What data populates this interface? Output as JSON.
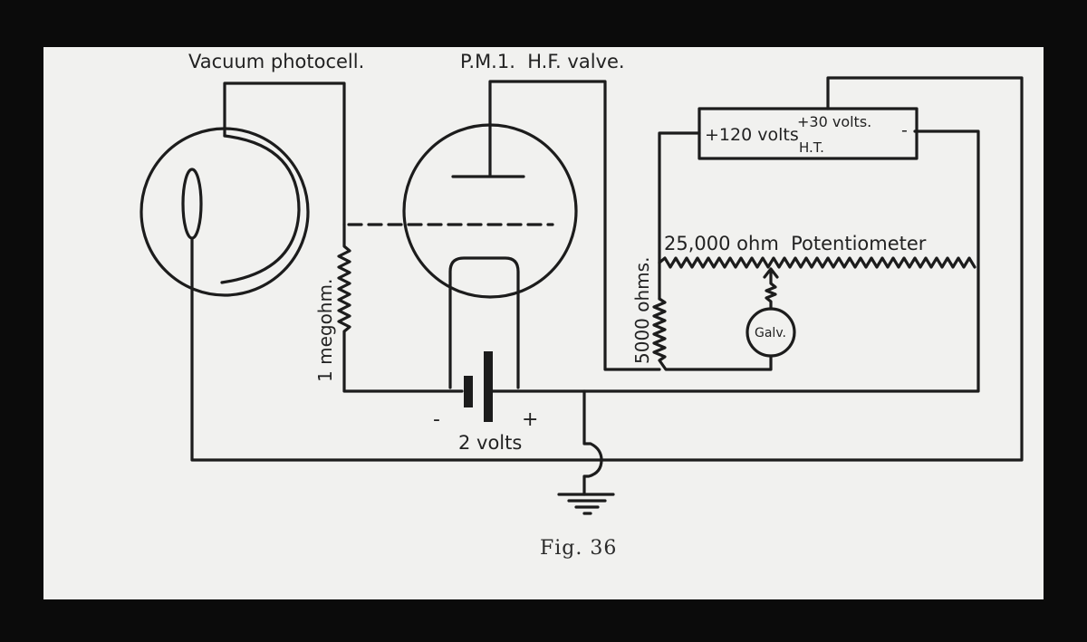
{
  "labels": {
    "photocell": "Vacuum photocell.",
    "valve": "P.M.1.  H.F. valve.",
    "ht_plus120": "+120 volts",
    "ht_plus30": "+30 volts.",
    "ht_label": "H.T.",
    "ht_minus": "-",
    "potentiometer": "25,000 ohm  Potentiometer",
    "resistor_5000": "5000 ohms.",
    "resistor_1meg": "1 megohm.",
    "galvanometer": "Galv.",
    "battery_minus": "-",
    "battery_plus": "+",
    "battery": "2 volts"
  },
  "caption": "Fig. 36"
}
